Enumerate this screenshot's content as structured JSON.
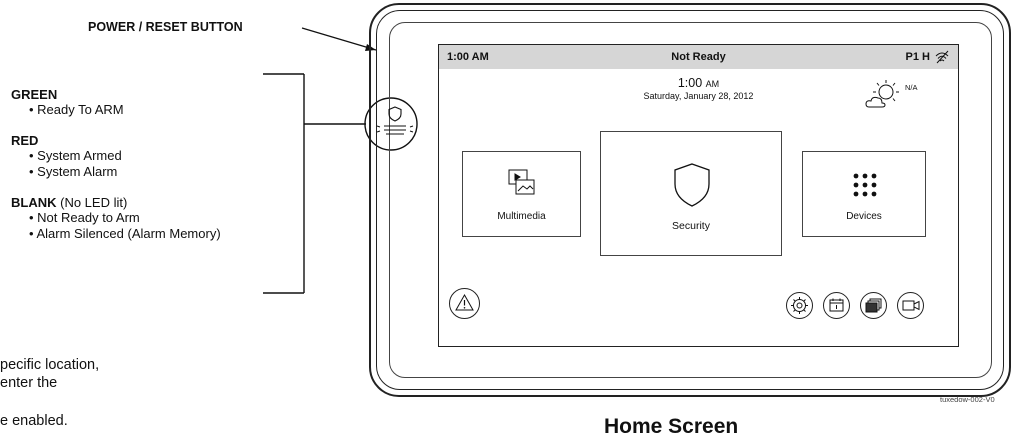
{
  "callout": {
    "power_reset": "POWER / RESET BUTTON"
  },
  "legend": {
    "green": {
      "title": "GREEN",
      "items": [
        "• Ready To ARM"
      ]
    },
    "red": {
      "title": "RED",
      "items": [
        "• System Armed",
        "• System Alarm"
      ]
    },
    "blank": {
      "title": "BLANK",
      "suffix": " (No LED lit)",
      "items": [
        "• Not Ready to Arm",
        "• Alarm Silenced (Alarm Memory)"
      ]
    }
  },
  "body_text": {
    "line1": "pecific location,",
    "line2": "enter the",
    "line3": "e enabled."
  },
  "screen": {
    "status_bar": {
      "time": "1:00 AM",
      "status": "Not Ready",
      "partition": "P1 H"
    },
    "clock": {
      "time": "1:00",
      "ampm": "AM",
      "date": "Saturday, January 28, 2012"
    },
    "weather": {
      "temp": "N/A"
    },
    "tiles": {
      "multimedia": "Multimedia",
      "security": "Security",
      "devices": "Devices"
    }
  },
  "image_id": "tuxedow-002-V0",
  "caption": "Home Screen",
  "icons": {
    "shield": "shield-icon",
    "led": "led-indicator-icon",
    "wifi": "wifi-off-icon",
    "weather": "partly-cloudy-icon",
    "multimedia": "media-icon",
    "grid": "grid-icon",
    "alert": "alert-triangle-icon",
    "settings": "gear-icon",
    "calendar": "calendar-icon",
    "stack": "stack-icon",
    "camera": "video-camera-icon"
  }
}
